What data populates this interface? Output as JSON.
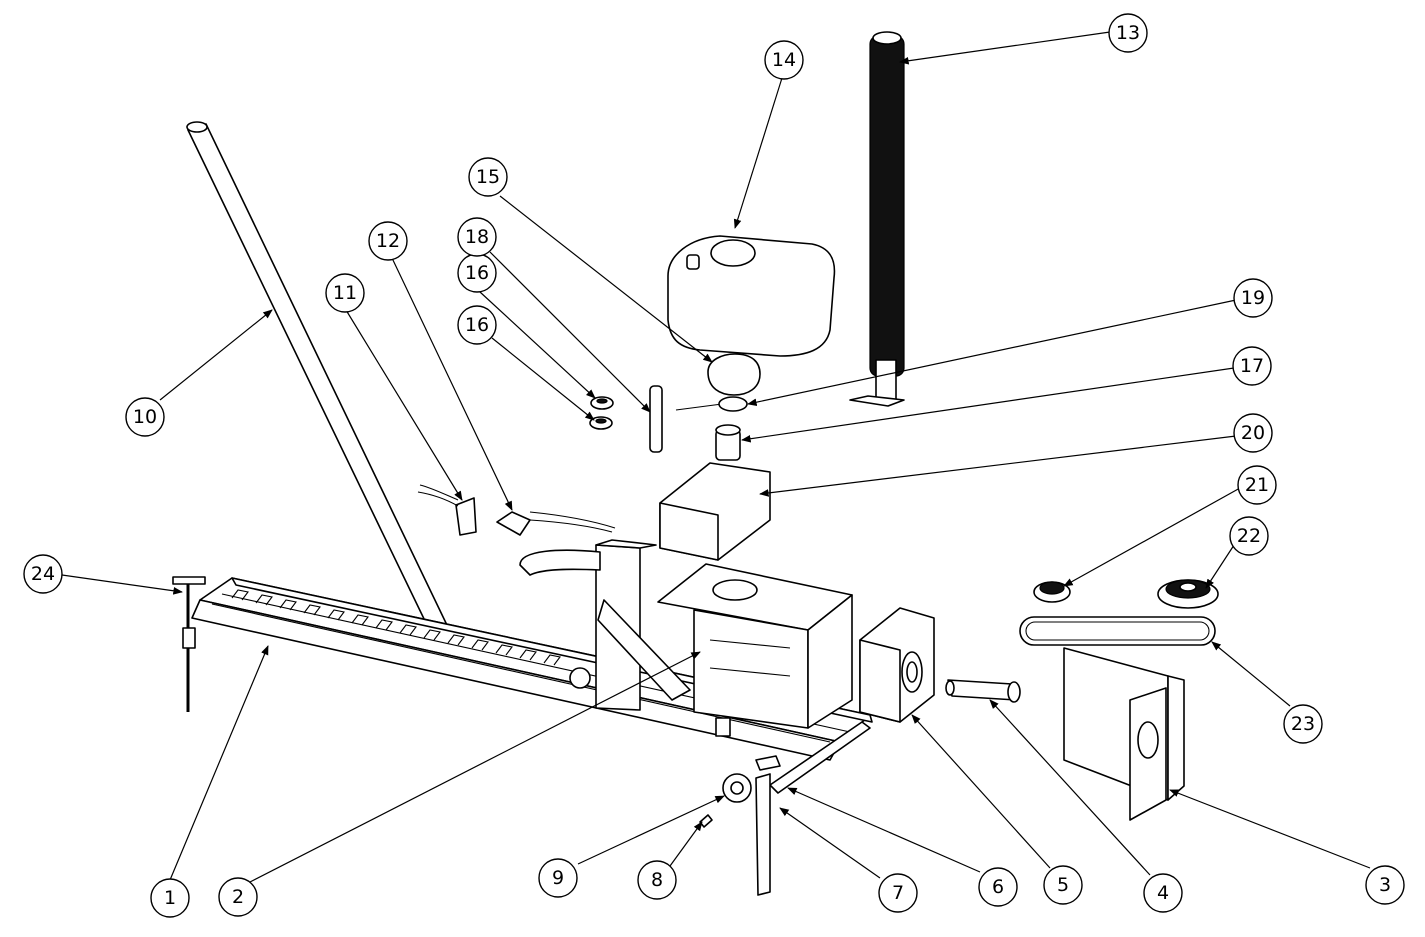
{
  "diagram": {
    "callouts": [
      {
        "label": "1"
      },
      {
        "label": "2"
      },
      {
        "label": "3"
      },
      {
        "label": "4"
      },
      {
        "label": "5"
      },
      {
        "label": "6"
      },
      {
        "label": "7"
      },
      {
        "label": "8"
      },
      {
        "label": "9"
      },
      {
        "label": "10"
      },
      {
        "label": "11"
      },
      {
        "label": "12"
      },
      {
        "label": "13"
      },
      {
        "label": "14"
      },
      {
        "label": "15"
      },
      {
        "label": "16"
      },
      {
        "label": "16"
      },
      {
        "label": "17"
      },
      {
        "label": "18"
      },
      {
        "label": "19"
      },
      {
        "label": "20"
      },
      {
        "label": "21"
      },
      {
        "label": "22"
      },
      {
        "label": "23"
      },
      {
        "label": "24"
      }
    ]
  }
}
